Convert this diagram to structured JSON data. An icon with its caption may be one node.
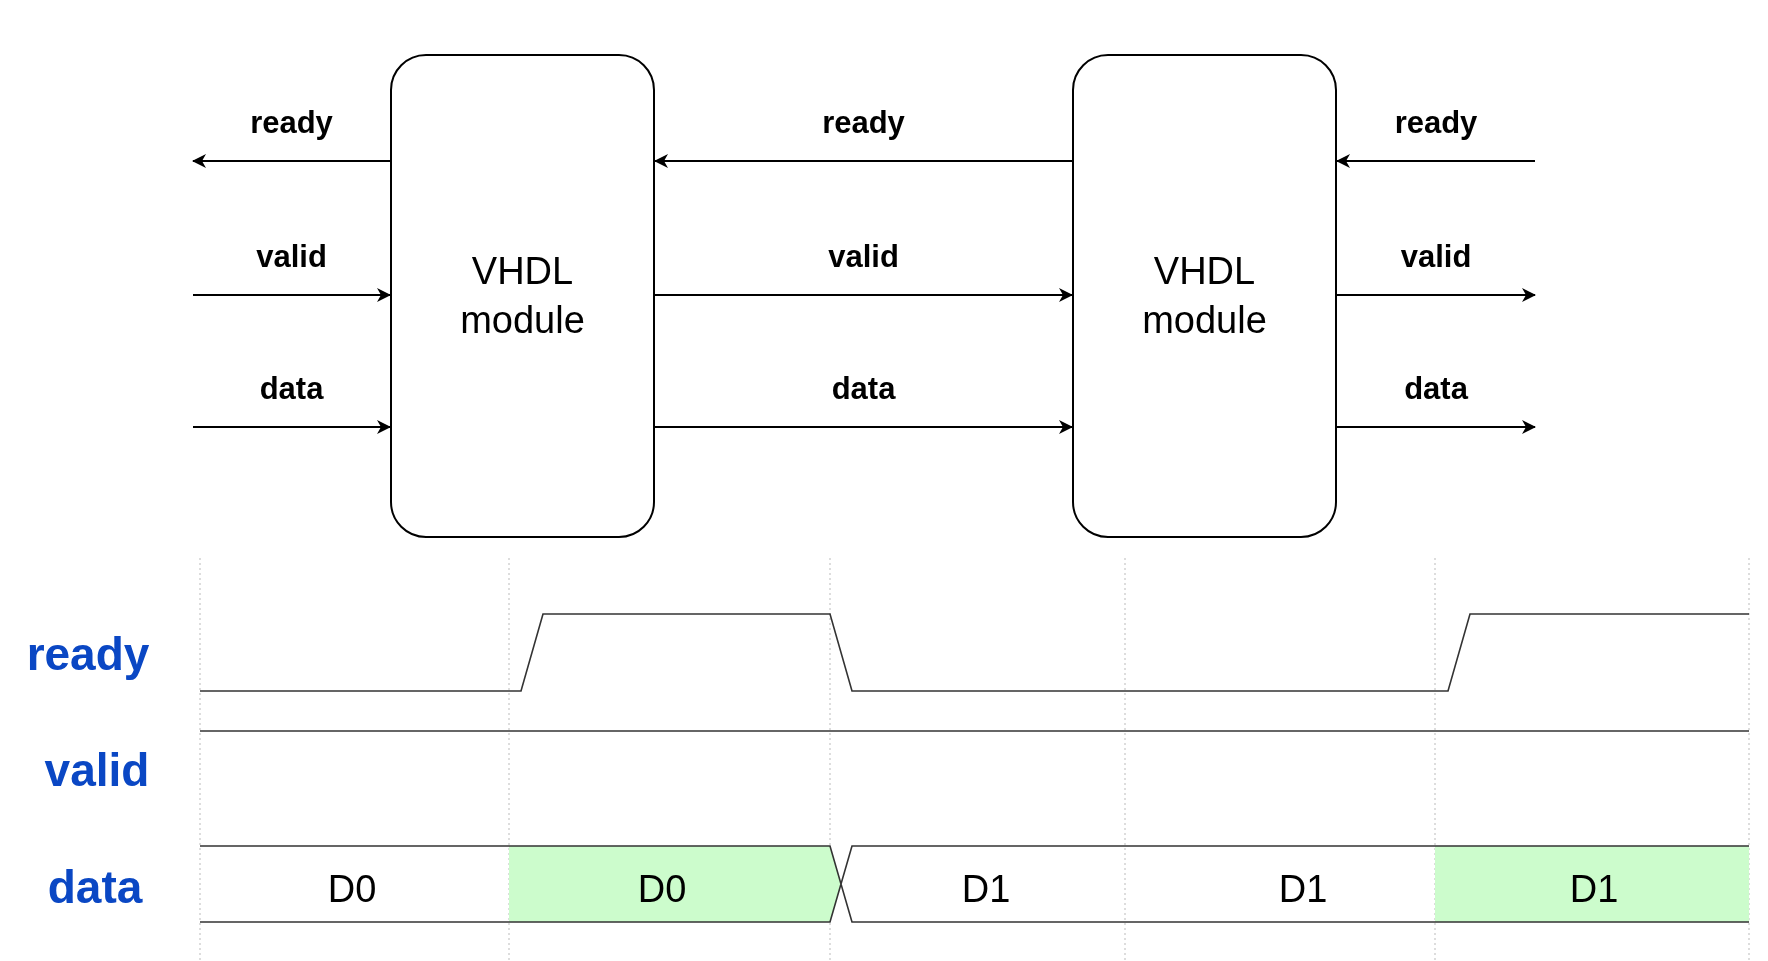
{
  "diagram": {
    "nodes": [
      {
        "text": [
          "VHDL module"
        ]
      },
      {
        "text": [
          "VHDL module"
        ]
      }
    ],
    "edges": [
      {
        "from": 0,
        "to": null,
        "arrow": "to",
        "label": "ready"
      },
      {
        "from": null,
        "to": 0,
        "arrow": "to",
        "label": "valid"
      },
      {
        "from": null,
        "to": 0,
        "arrow": "to",
        "label": "data"
      },
      {
        "from": 1,
        "to": 0,
        "arrow": "to",
        "label": "ready"
      },
      {
        "from": 0,
        "to": 1,
        "arrow": "to",
        "label": "valid"
      },
      {
        "from": 0,
        "to": 1,
        "arrow": "to",
        "label": "data"
      },
      {
        "from": null,
        "to": 1,
        "arrow": "to",
        "label": "ready"
      },
      {
        "from": 1,
        "to": null,
        "arrow": "to",
        "label": "valid"
      },
      {
        "from": 1,
        "to": null,
        "arrow": "to",
        "label": "data"
      }
    ],
    "labels": [
      "ready",
      "valid",
      "data",
      "D0",
      "D0",
      "D1",
      "D1",
      "D1"
    ]
  }
}
